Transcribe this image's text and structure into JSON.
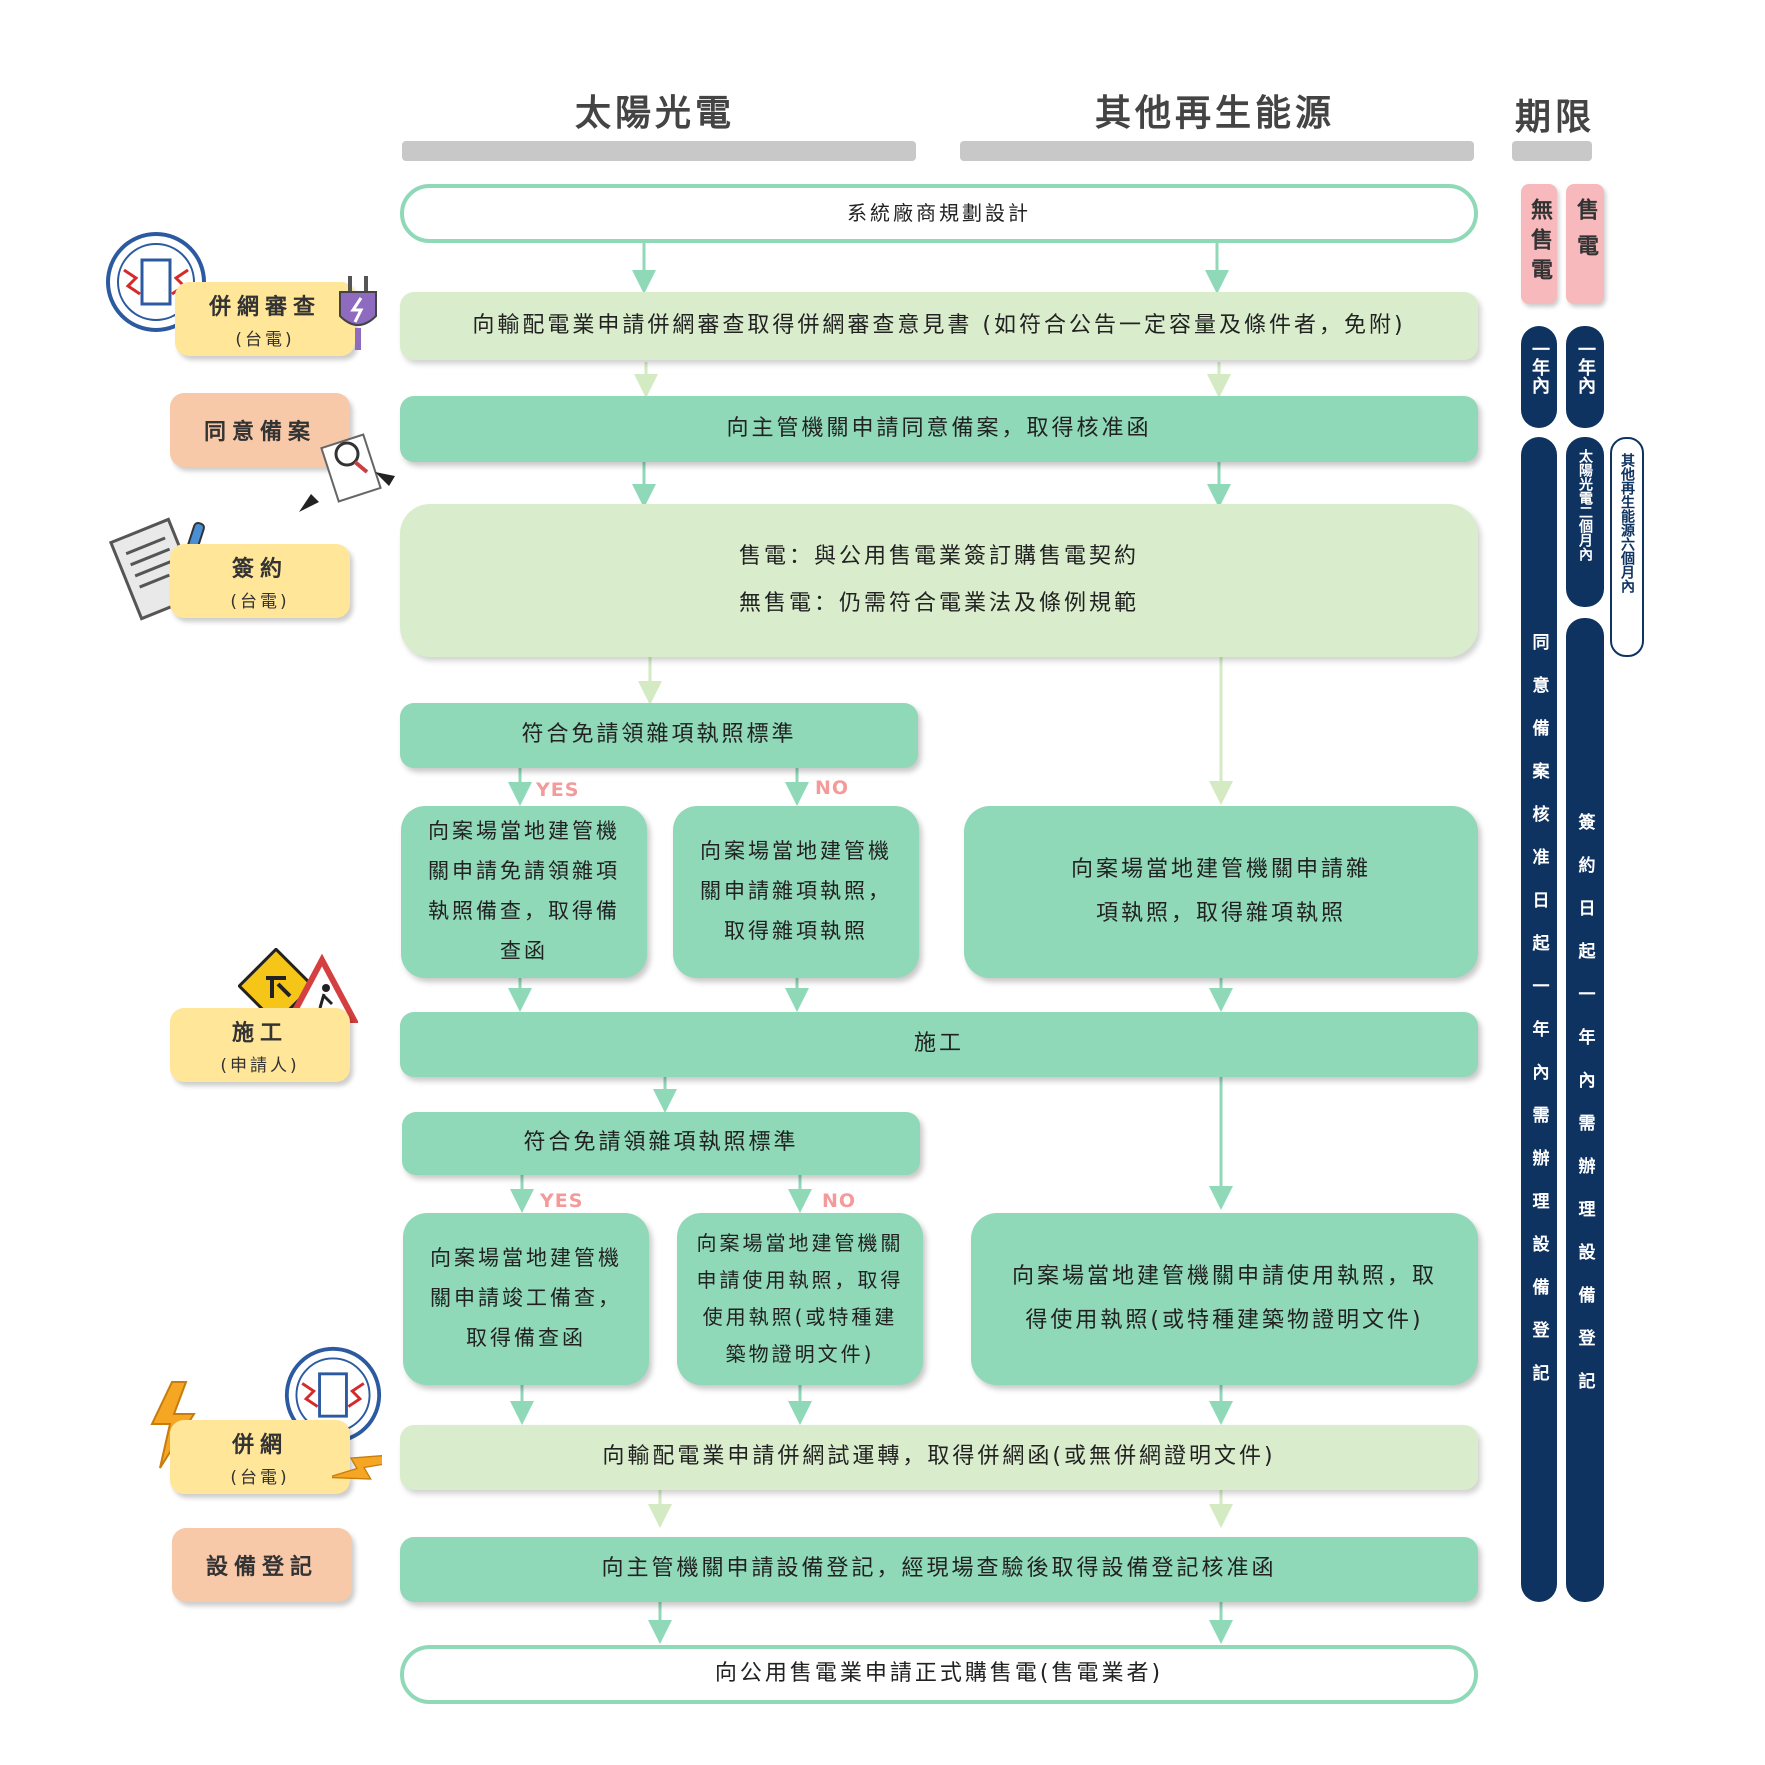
{
  "headers": {
    "solar": "太陽光電",
    "other": "其他再生能源",
    "deadline": "期限"
  },
  "nodes": {
    "design": "系統廠商規劃設計",
    "grid_review": "向輸配電業申請併網審查取得併網審查意見書 (如符合公告一定容量及條件者，免附)",
    "consent_filing": "向主管機關申請同意備案，取得核准函",
    "contract_line1": "售電：與公用售電業簽訂購售電契約",
    "contract_line2": "無售電：仍需符合電業法及條例規範",
    "exempt_check_1": "符合免請領雜項執照標準",
    "exempt_yes_1": "向案場當地建管機關申請免請領雜項執照備查，取得備查函",
    "exempt_no_1": "向案場當地建管機關申請雜項執照，取得雜項執照",
    "other_misc": "向案場當地建管機關申請雜項執照，取得雜項執照",
    "construction": "施工",
    "exempt_check_2": "符合免請領雜項執照標準",
    "exempt_yes_2": "向案場當地建管機關申請竣工備查，取得備查函",
    "exempt_no_2": "向案場當地建管機關申請使用執照，取得使用執照(或特種建築物證明文件)",
    "other_usage": "向案場當地建管機關申請使用執照，取得使用執照(或特種建築物證明文件)",
    "grid_trial": "向輸配電業申請併網試運轉，取得併網函(或無併網證明文件)",
    "equipment_reg": "向主管機關申請設備登記，經現場查驗後取得設備登記核准函",
    "formal_sale": "向公用售電業申請正式購售電(售電業者)",
    "yes": "YES",
    "no": "NO"
  },
  "labels": {
    "grid_review": {
      "main": "併網審查",
      "sub": "(台電)"
    },
    "consent": {
      "main": "同意備案"
    },
    "contract": {
      "main": "簽約",
      "sub": "(台電)"
    },
    "construction": {
      "main": "施工",
      "sub": "(申請人)"
    },
    "grid": {
      "main": "併網",
      "sub": "(台電)"
    },
    "equipment": {
      "main": "設備登記"
    }
  },
  "deadline": {
    "no_sale": "無售電",
    "sale": "售電",
    "no_sale_year": "一年內",
    "sale_year": "一年內",
    "no_sale_period": "同意備案核准日起一年內需辦理設備登記",
    "solar_two_months": "太陽光電二個月內",
    "other_six_months": "其他再生能源六個月內",
    "sale_period": "簽約日起一年內需辦理設備登記"
  },
  "colors": {
    "teal": "#8fd8b8",
    "pale_green": "#d9edcc",
    "arrow": "#8fd8b8",
    "arrow_pale": "#d9edcc",
    "yellow_label": "#ffe699",
    "salmon_label": "#f8c9a8",
    "pink": "#f7b9bc",
    "navy": "#0f3361",
    "yes_no": "#f49a9a",
    "header_bar": "#c8c8c8"
  },
  "icons": [
    "taipower-logo-icon",
    "plug-icon",
    "document-magnifier-icon",
    "contract-pen-icon",
    "construction-sign-icon",
    "lightning-icon"
  ]
}
